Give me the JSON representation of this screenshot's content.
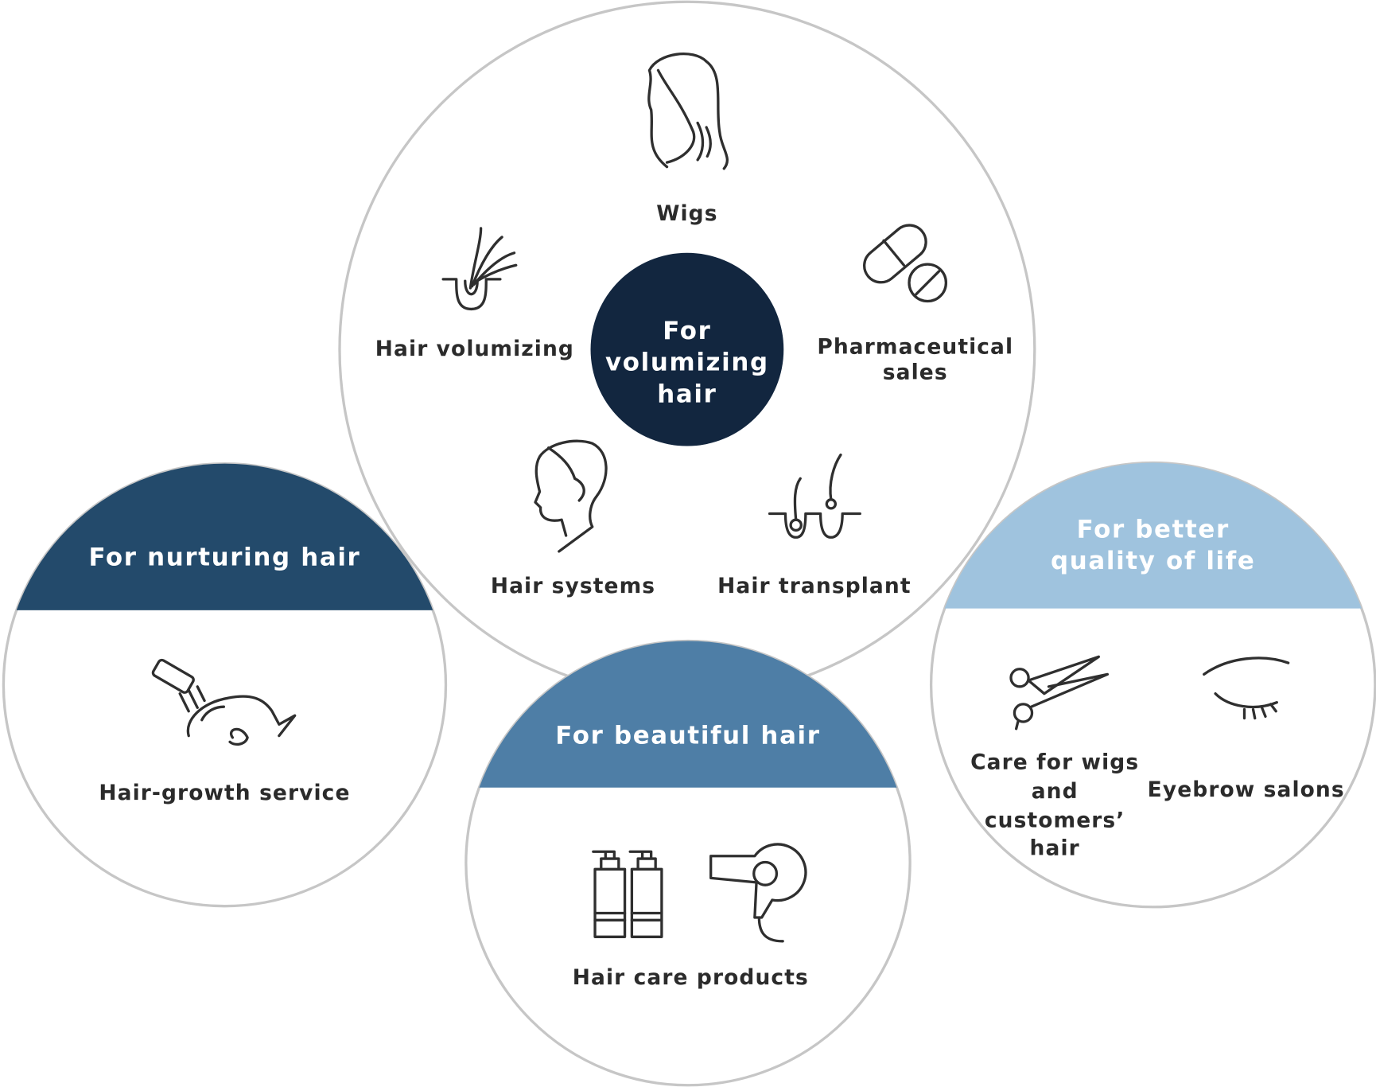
{
  "colors": {
    "center": "#12263f",
    "nurturing": "#234a6b",
    "beautiful": "#4e7ea6",
    "quality": "#9fc3de",
    "outline": "#c6c6c6",
    "icon": "#2f2f2f"
  },
  "center": {
    "lines": [
      "For",
      "volumizing",
      "hair"
    ],
    "items": [
      {
        "label": "Wigs",
        "icon": "woman-long-hair-icon"
      },
      {
        "label": "Hair volumizing",
        "icon": "hair-follicle-strands-icon"
      },
      {
        "lines": [
          "Pharmaceutical",
          "sales"
        ],
        "icon": "pills-icon"
      },
      {
        "label": "Hair systems",
        "icon": "man-short-hair-icon"
      },
      {
        "label": "Hair transplant",
        "icon": "hair-transplant-follicle-icon"
      }
    ]
  },
  "nurturing": {
    "title": "For nurturing hair",
    "items": [
      {
        "label": "Hair-growth service",
        "icon": "head-spa-shower-icon"
      }
    ]
  },
  "beautiful": {
    "title": "For beautiful hair",
    "items": [
      {
        "label": "Hair care products",
        "icon": "bottles-dryer-icon"
      }
    ]
  },
  "quality": {
    "title_lines": [
      "For better",
      "quality of life"
    ],
    "items": [
      {
        "lines": [
          "Care for wigs",
          "and",
          "customers’",
          "hair"
        ],
        "icon": "scissors-icon"
      },
      {
        "label": "Eyebrow salons",
        "icon": "eye-eyebrow-icon"
      }
    ]
  }
}
